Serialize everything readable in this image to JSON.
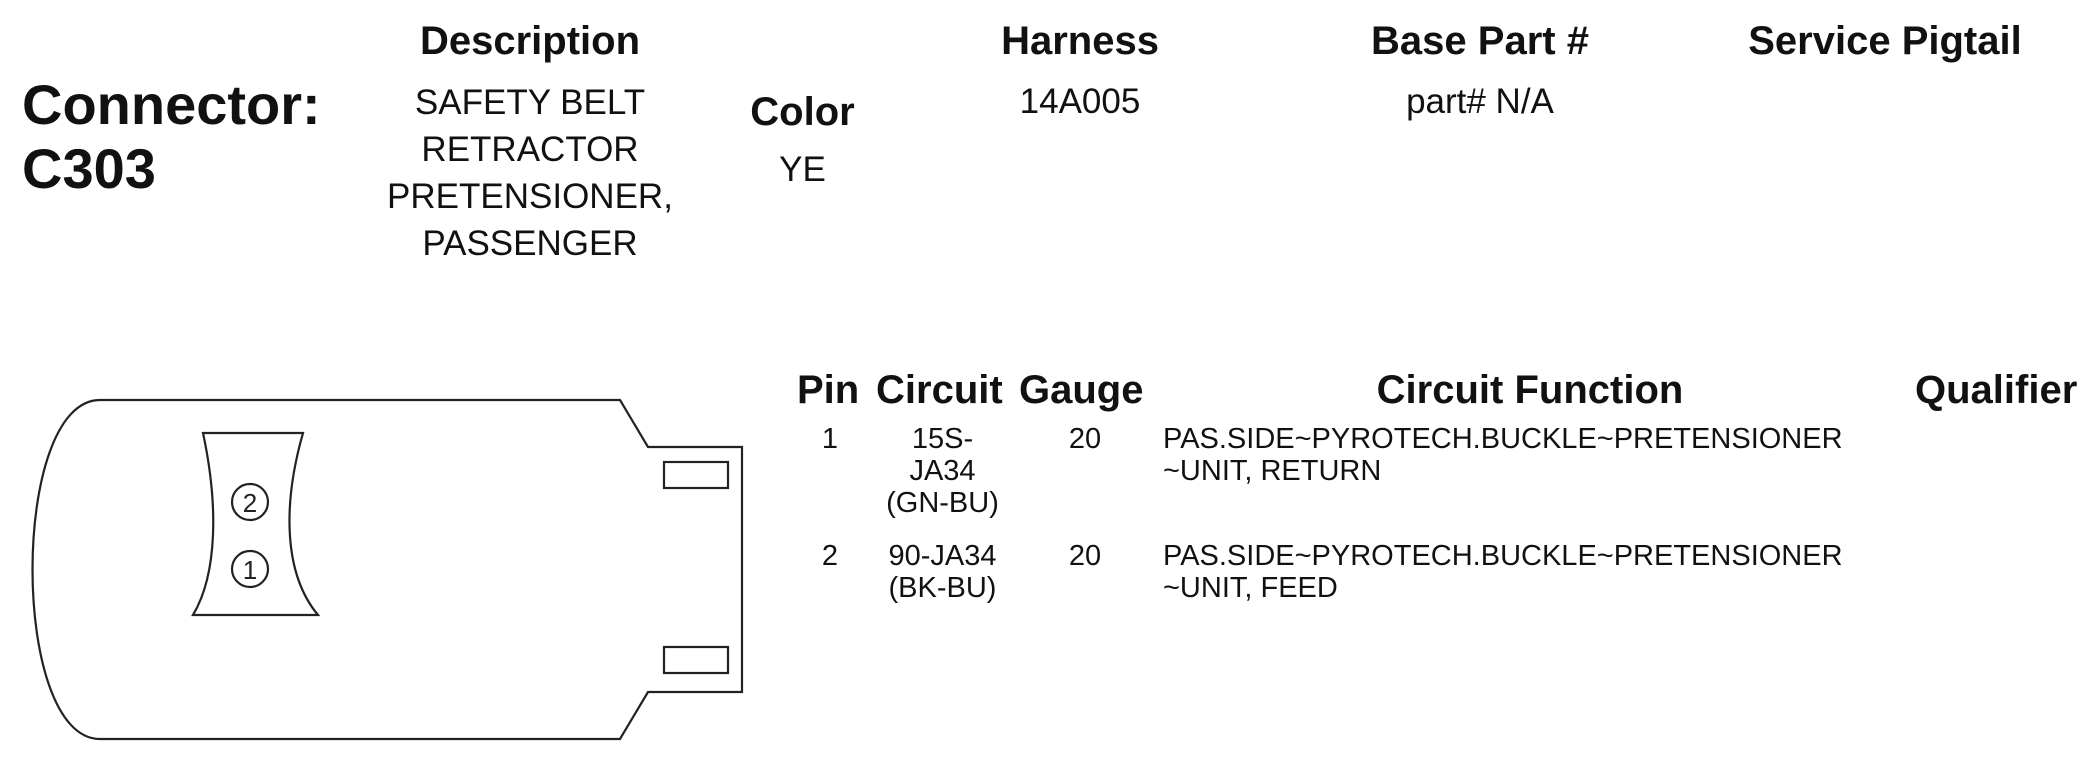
{
  "connector": {
    "label": "Connector:",
    "id": "C303"
  },
  "description": {
    "header": "Description",
    "lines": [
      "SAFETY BELT",
      "RETRACTOR",
      "PRETENSIONER,",
      "PASSENGER"
    ]
  },
  "color": {
    "header": "Color",
    "value": "YE"
  },
  "harness": {
    "header": "Harness",
    "value": "14A005"
  },
  "base_part": {
    "header": "Base Part #",
    "value": "part# N/A"
  },
  "service_pigtail": {
    "header": "Service Pigtail",
    "value": ""
  },
  "pin_table": {
    "headers": {
      "pin": "Pin",
      "circuit": "Circuit",
      "gauge": "Gauge",
      "function": "Circuit Function",
      "qualifier": "Qualifier"
    },
    "rows": [
      {
        "pin": "1",
        "circuit_lines": [
          "15S-",
          "JA34",
          "(GN-BU)"
        ],
        "gauge": "20",
        "function_lines": [
          "PAS.SIDE~PYROTECH.BUCKLE~PRETENSIONER",
          "~UNIT, RETURN"
        ],
        "qualifier": ""
      },
      {
        "pin": "2",
        "circuit_lines": [
          "90-JA34",
          "(BK-BU)"
        ],
        "gauge": "20",
        "function_lines": [
          "PAS.SIDE~PYROTECH.BUCKLE~PRETENSIONER",
          "~UNIT, FEED"
        ],
        "qualifier": ""
      }
    ]
  },
  "diagram": {
    "pin_labels": [
      "2",
      "1"
    ]
  }
}
